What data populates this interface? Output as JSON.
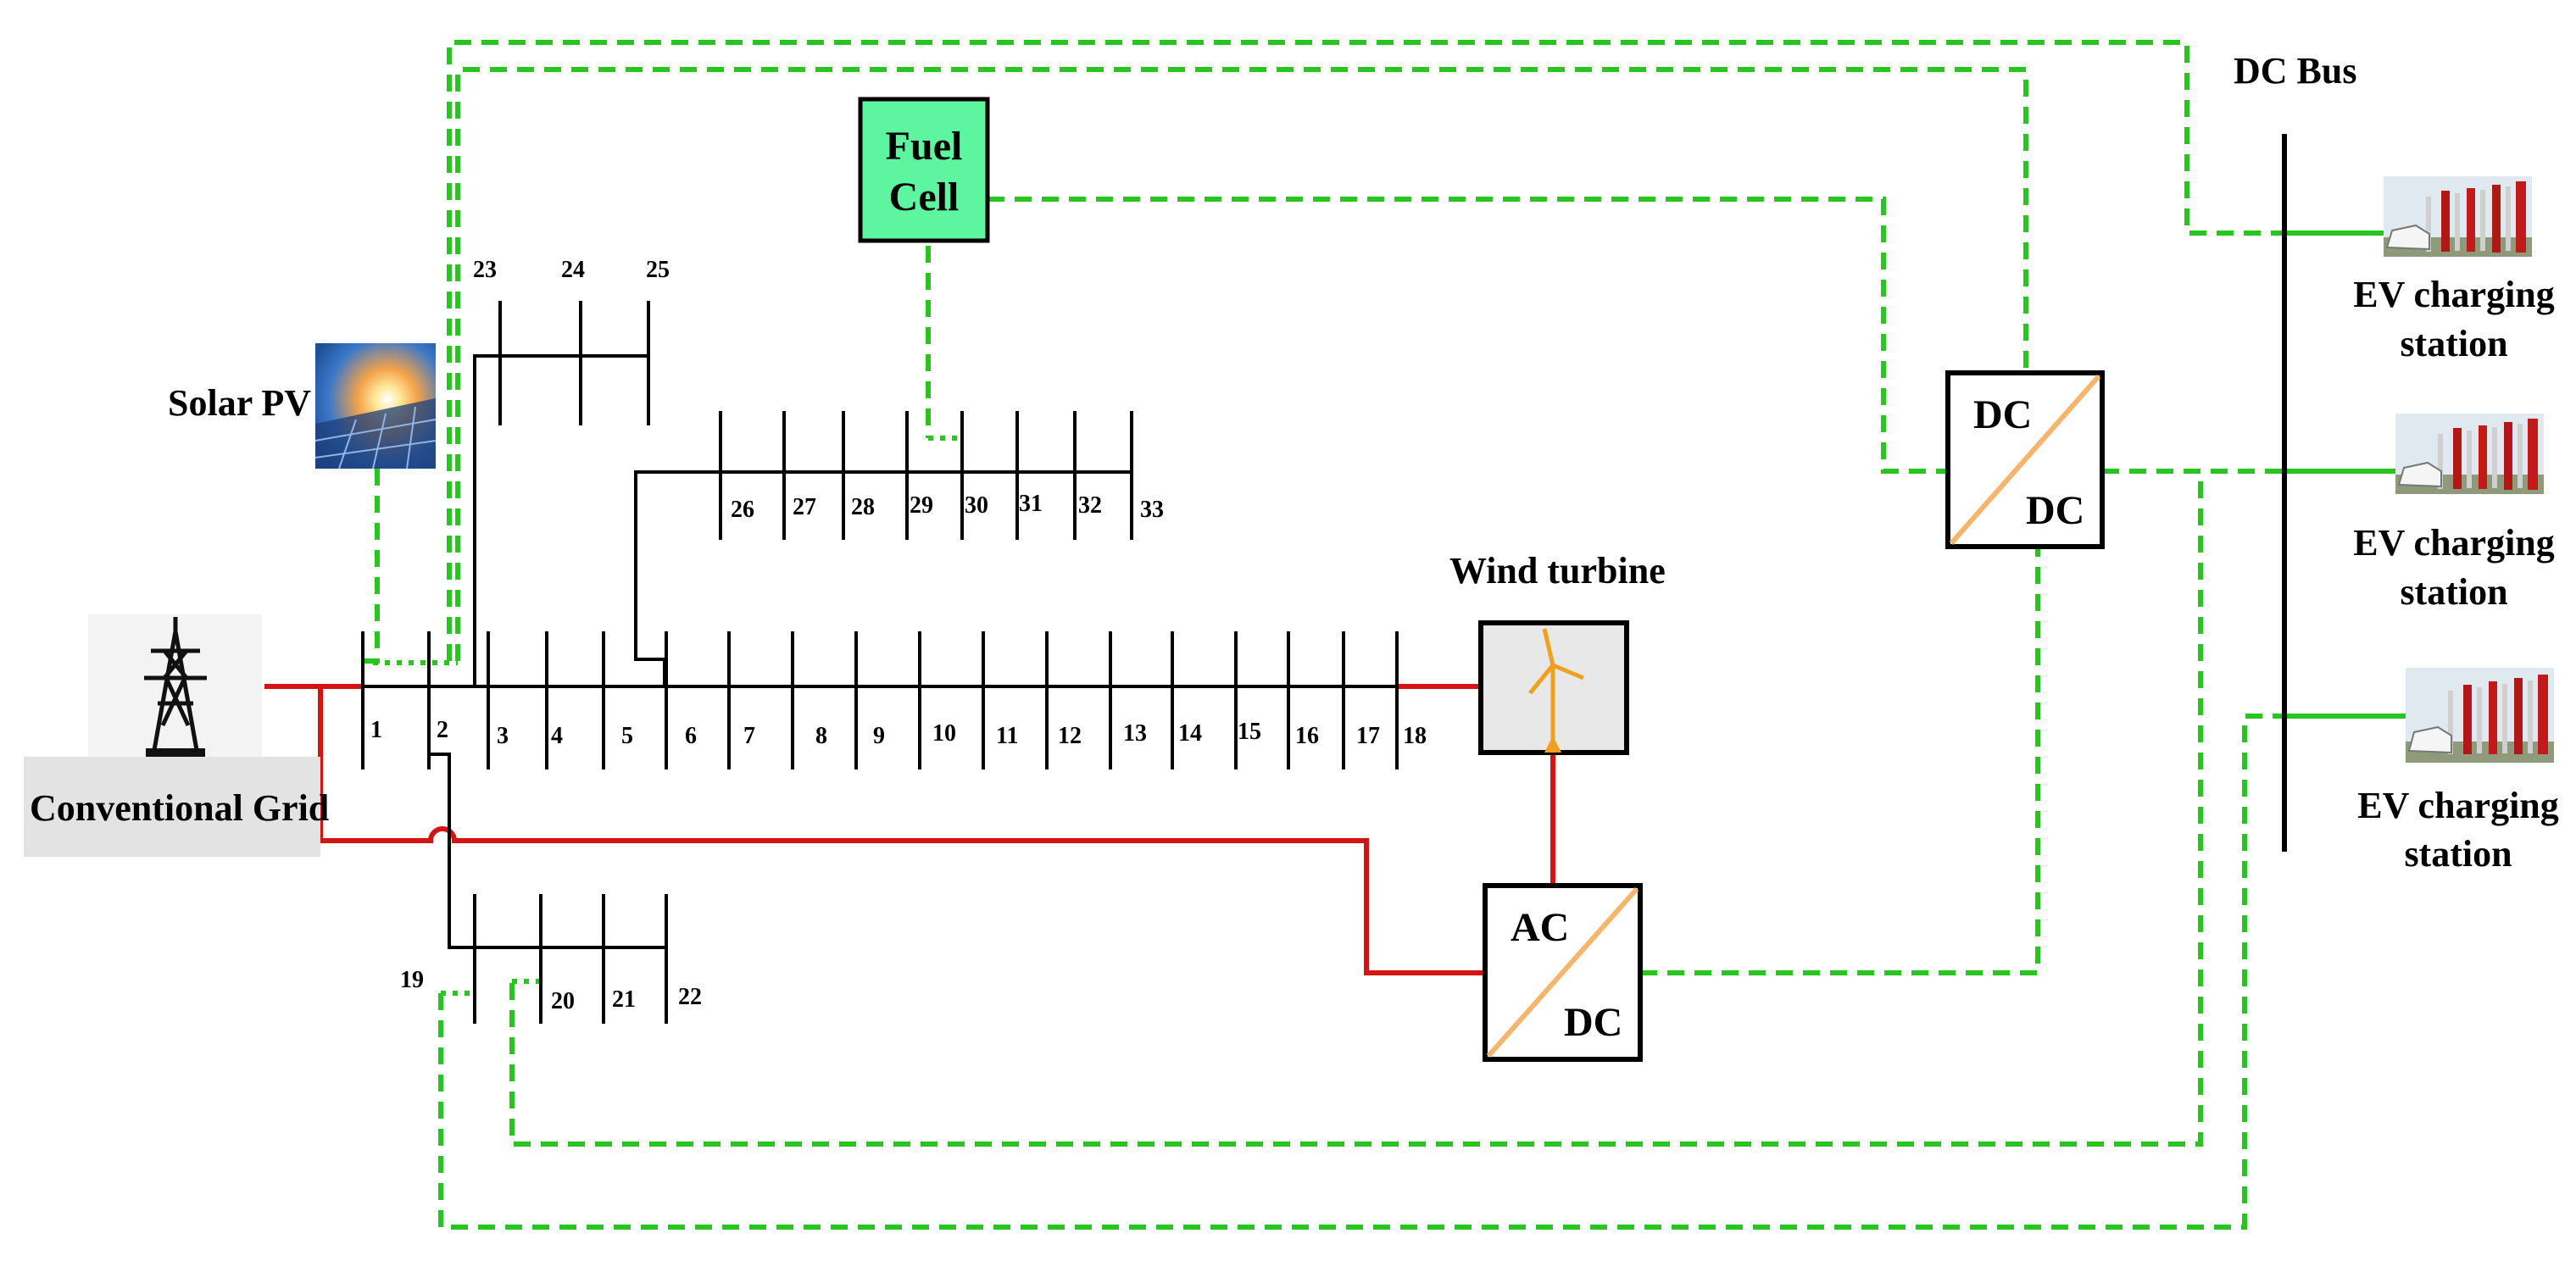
{
  "labels": {
    "solar": "Solar PV",
    "grid": "Conventional Grid",
    "fuel_line1": "Fuel",
    "fuel_line2": "Cell",
    "wind": "Wind turbine",
    "dcbus": "DC Bus",
    "acdc_top": "AC",
    "acdc_bottom": "DC",
    "dcdc_top": "DC",
    "dcdc_bottom": "DC",
    "ev1_line1": "EV charging",
    "ev1_line2": "station",
    "ev2_line1": "EV charging",
    "ev2_line2": "station",
    "ev3_line1": "EV charging",
    "ev3_line2": "station"
  },
  "bus_numbers": {
    "b1": "1",
    "b2": "2",
    "b3": "3",
    "b4": "4",
    "b5": "5",
    "b6": "6",
    "b7": "7",
    "b8": "8",
    "b9": "9",
    "b10": "10",
    "b11": "11",
    "b12": "12",
    "b13": "13",
    "b14": "14",
    "b15": "15",
    "b16": "16",
    "b17": "17",
    "b18": "18",
    "b19": "19",
    "b20": "20",
    "b21": "21",
    "b22": "22",
    "b23": "23",
    "b24": "24",
    "b25": "25",
    "b26": "26",
    "b27": "27",
    "b28": "28",
    "b29": "29",
    "b30": "30",
    "b31": "31",
    "b32": "32",
    "b33": "33"
  },
  "colors": {
    "ac_line": "#d41414",
    "dc_line": "#2ac420",
    "fuel_cell": "#5ef5a0",
    "converter_diagonal": "#f5b56d",
    "grid_label_bg": "#e3e3e3"
  }
}
